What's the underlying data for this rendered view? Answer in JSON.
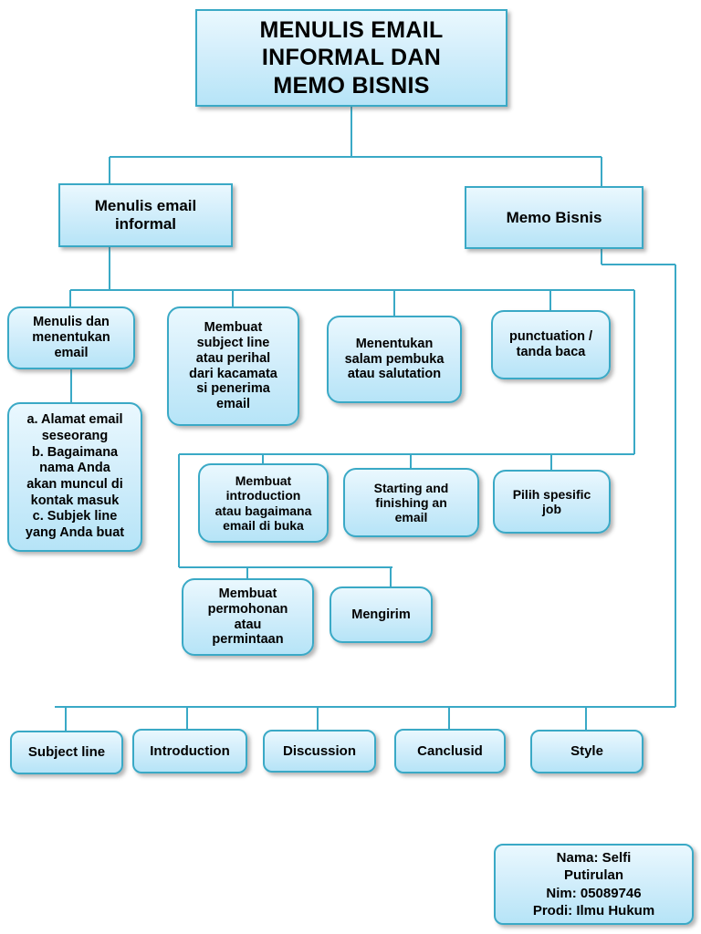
{
  "diagram": {
    "title": "MENULIS EMAIL INFORMAL DAN MEMO BISNIS",
    "colors": {
      "box_border": "#3aa9c6",
      "box_fill_top": "#eaf8fe",
      "box_fill_bottom": "#b6e4f7",
      "connector": "#3aa9c6",
      "text": "#000000",
      "background": "#ffffff"
    },
    "nodes": {
      "root": "MENULIS EMAIL\nINFORMAL DAN\nMEMO BISNIS",
      "branch_left": "Menulis email\ninformal",
      "branch_right": "Memo Bisnis",
      "l3_a": "Menulis dan\nmenentukan\nemail",
      "l3_b": "Membuat\nsubject line\natau perihal\ndari kacamata\nsi penerima\nemail",
      "l3_c": "Menentukan\nsalam pembuka\natau salutation",
      "l3_d": "punctuation /\ntanda baca",
      "detail_list": "a. Alamat email\nseseorang\nb. Bagaimana\nnama Anda\nakan muncul di\nkontak masuk\nc. Subjek line\nyang Anda buat",
      "l4_a": "Membuat\nintroduction\natau bagaimana\nemail di buka",
      "l4_b": "Starting and\nfinishing an\nemail",
      "l4_c": "Pilih spesific\njob",
      "l5_a": "Membuat\npermohonan\natau\npermintaan",
      "l5_b": "Mengirim",
      "leaf_1": "Subject line",
      "leaf_2": "Introduction",
      "leaf_3": "Discussion",
      "leaf_4": "Canclusid",
      "leaf_5": "Style"
    },
    "signature": {
      "text": "Nama: Selfi\nPutirulan\nNim: 05089746\nProdi: Ilmu Hukum",
      "nama": "Nama: Selfi Putirulan",
      "nim": "Nim: 05089746",
      "prodi": "Prodi: Ilmu Hukum"
    }
  }
}
